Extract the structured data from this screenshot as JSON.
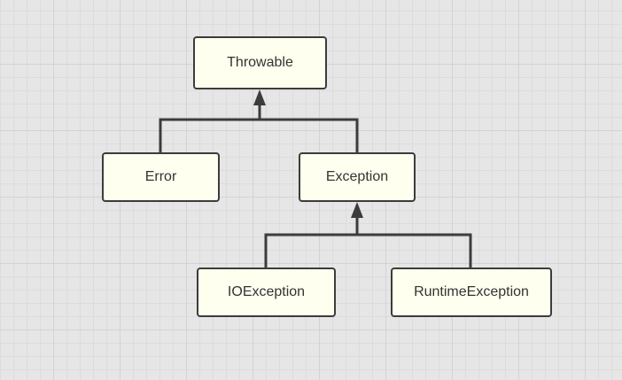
{
  "diagram": {
    "nodes": {
      "throwable": "Throwable",
      "error": "Error",
      "exception": "Exception",
      "ioexception": "IOException",
      "runtimeexception": "RuntimeException"
    },
    "edges": [
      {
        "from": "error",
        "to": "throwable",
        "type": "inheritance"
      },
      {
        "from": "exception",
        "to": "throwable",
        "type": "inheritance"
      },
      {
        "from": "ioexception",
        "to": "exception",
        "type": "inheritance"
      },
      {
        "from": "runtimeexception",
        "to": "exception",
        "type": "inheritance"
      }
    ],
    "colors": {
      "node_fill": "#ffffef",
      "node_border": "#3c3c3c",
      "edge": "#3c3c3c",
      "background": "#e6e6e6"
    }
  }
}
